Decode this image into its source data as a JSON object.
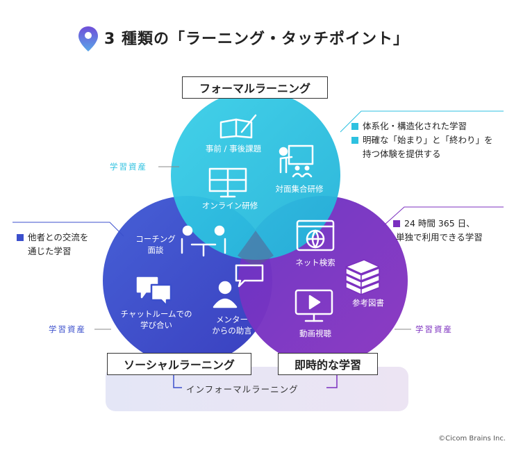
{
  "title": "3 種類の「ラーニング・タッチポイント」",
  "circles": {
    "formal": {
      "label": "フォーマルラーニング",
      "color": "#2ec1e0",
      "items": {
        "pre_post": "事前 / 事後課題",
        "face_to_face": "対面集合研修",
        "online": "オンライン研修"
      },
      "asset_label": "学習資産",
      "side_items": [
        "体系化・構造化された学習",
        "明確な「始まり」と「終わり」を",
        "持つ体験を提供する"
      ]
    },
    "social": {
      "label": "ソーシャルラーニング",
      "color": "#3b4fcc",
      "items": {
        "coaching_line1": "コーチング",
        "coaching_line2": "面談",
        "chat_line1": "チャットルームでの",
        "chat_line2": "学び合い",
        "mentor_line1": "メンター",
        "mentor_line2": "からの助言"
      },
      "asset_label": "学習資産",
      "side_items": [
        "他者との交流を",
        "通じた学習"
      ]
    },
    "instant": {
      "label": "即時的な学習",
      "color": "#7b2fbf",
      "items": {
        "net_search": "ネット検索",
        "books": "参考図書",
        "video": "動画視聴"
      },
      "asset_label": "学習資産",
      "side_items": [
        "24 時間 365 日、",
        "単独で利用できる学習"
      ]
    }
  },
  "informal_label": "インフォーマルラーニング",
  "copyright": "©Cicom Brains Inc."
}
